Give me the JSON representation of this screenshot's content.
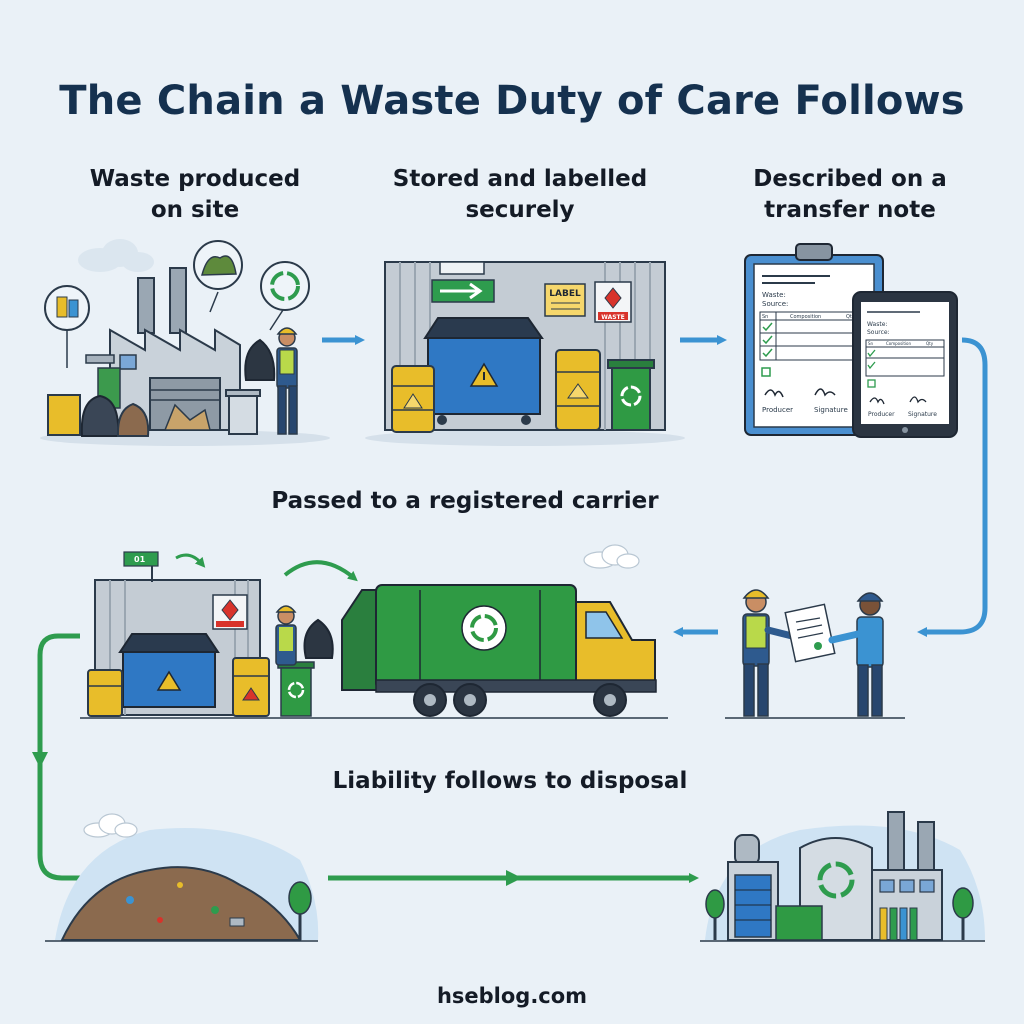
{
  "title": "The Chain a Waste Duty of Care Follows",
  "steps": [
    {
      "line1": "Waste produced",
      "line2": "on site"
    },
    {
      "line1": "Stored and labelled",
      "line2": "securely"
    },
    {
      "line1": "Described on a",
      "line2": "transfer note"
    },
    {
      "line1": "Passed to a registered carrier",
      "line2": ""
    },
    {
      "line1": "Liability follows to disposal",
      "line2": ""
    }
  ],
  "store_label_text": "LABEL",
  "hazard_sign_text": "WASTE",
  "form": {
    "waste_lines": [
      "Waste:",
      "Source:"
    ],
    "table_headers": [
      "Sn",
      "Composition",
      "Qty"
    ],
    "sig_labels": [
      "Producer",
      "Signature"
    ]
  },
  "tablet": {
    "waste_lines": [
      "Waste:",
      "Source:"
    ],
    "table_headers": [
      "Sn",
      "Composition",
      "Qty"
    ],
    "sig_labels": [
      "Producer",
      "Signature"
    ]
  },
  "bin_tag": "01",
  "footer": "hseblog.com",
  "colors": {
    "blue_arrow": "#3b93d2",
    "green_arrow": "#2e9c4e",
    "bin_blue": "#2f78c4",
    "truck_green": "#2f9a44",
    "barrel_yellow": "#e8bd2a",
    "title": "#15314f"
  }
}
